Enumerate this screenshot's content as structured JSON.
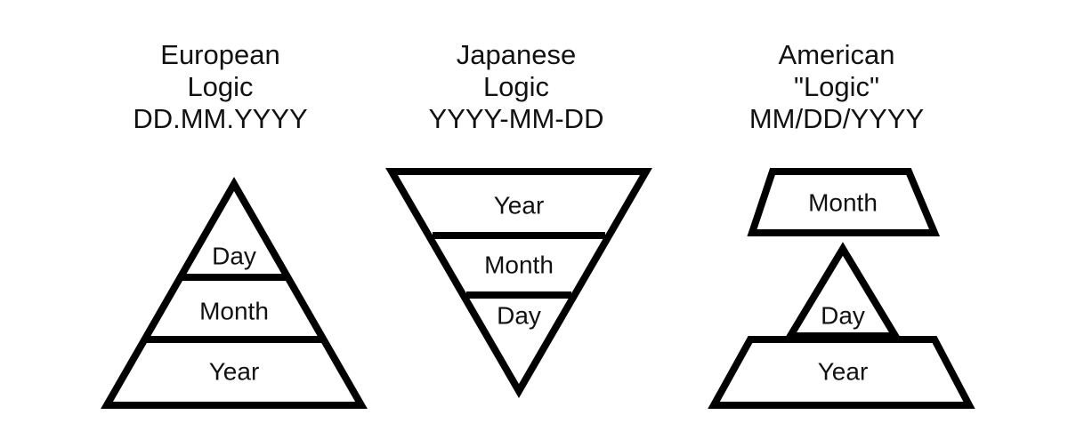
{
  "european": {
    "name": "European",
    "logic": "Logic",
    "format": "DD.MM.YYYY",
    "layers": [
      "Day",
      "Month",
      "Year"
    ]
  },
  "japanese": {
    "name": "Japanese",
    "logic": "Logic",
    "format": "YYYY-MM-DD",
    "layers": [
      "Year",
      "Month",
      "Day"
    ]
  },
  "american": {
    "name": "American",
    "logic": "\"Logic\"",
    "format": "MM/DD/YYYY",
    "layers": [
      "Month",
      "Day",
      "Year"
    ]
  },
  "colors": {
    "stroke": "#000000",
    "text": "#111111",
    "background": "#ffffff"
  }
}
